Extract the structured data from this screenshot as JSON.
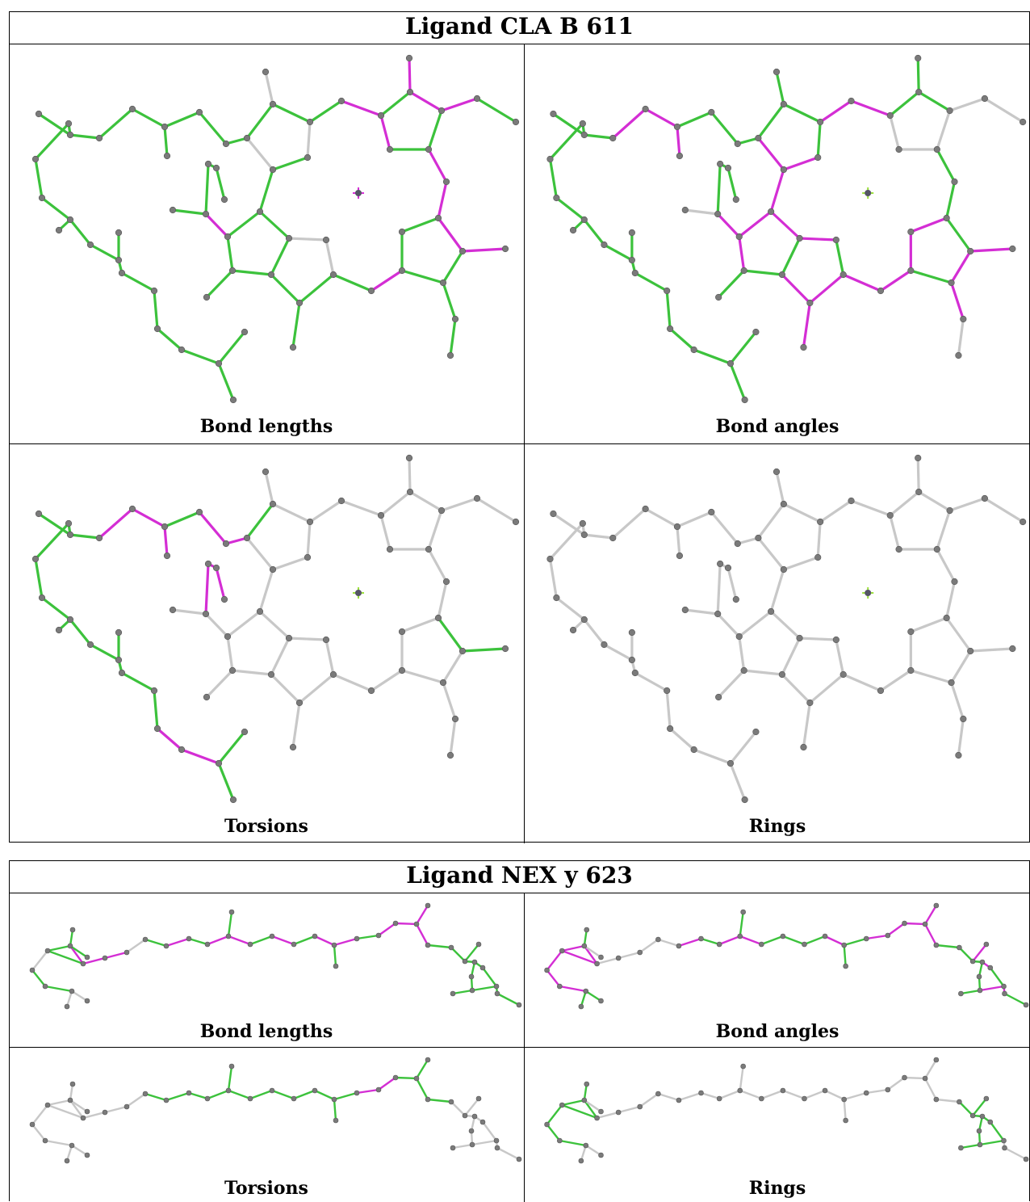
{
  "ligand1": {
    "title": "Ligand CLA B 611",
    "panels": [
      {
        "caption": "Bond lengths"
      },
      {
        "caption": "Bond angles"
      },
      {
        "caption": "Torsions"
      },
      {
        "caption": "Rings"
      }
    ]
  },
  "ligand2": {
    "title": "Ligand NEX y 623",
    "panels": [
      {
        "caption": "Bond lengths"
      },
      {
        "caption": "Bond angles"
      },
      {
        "caption": "Torsions"
      },
      {
        "caption": "Rings"
      }
    ]
  },
  "colors": {
    "outlier": "#d42ed4",
    "ok": "#3cc23c",
    "none": "#c8c8c8",
    "atom": "#7a7a7a"
  }
}
